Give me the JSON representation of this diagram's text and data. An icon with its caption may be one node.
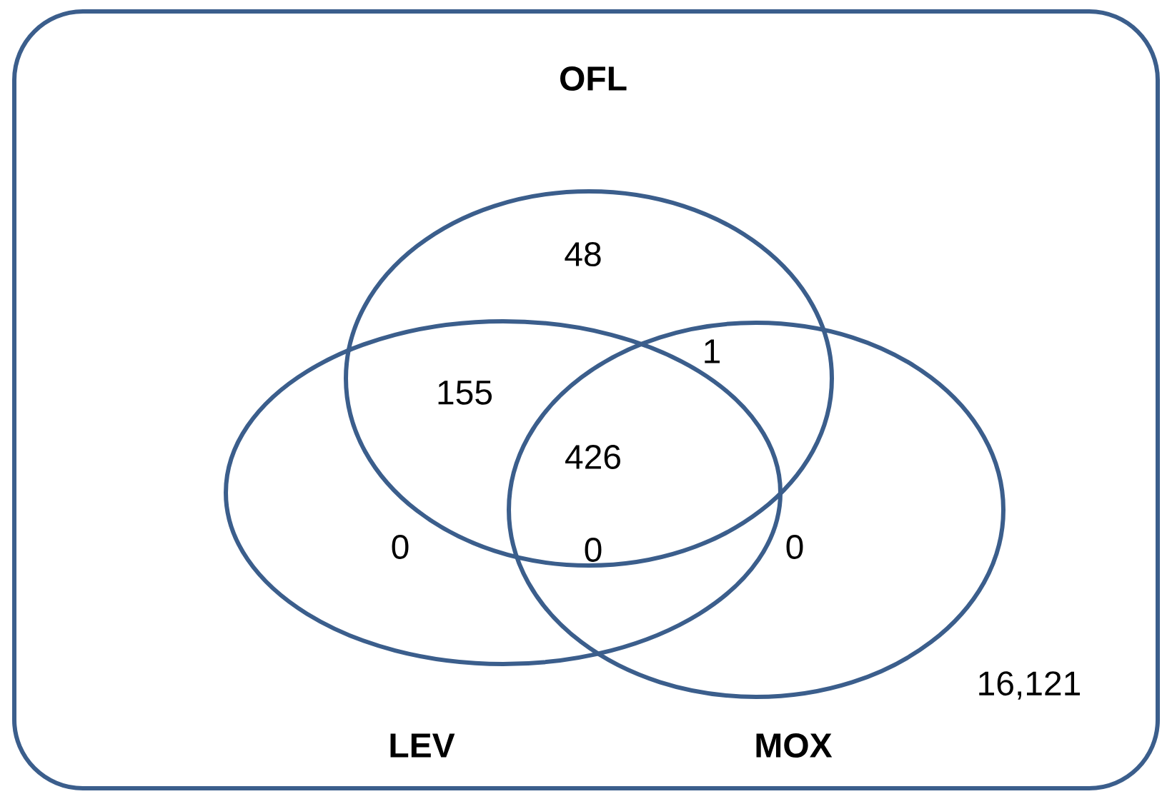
{
  "diagram": {
    "nodes": [
      {
        "text": [
          "16,121"
        ]
      },
      {
        "text": [
          "OFL"
        ],
        "in": 0
      },
      {
        "text": [
          "LEV"
        ],
        "in": 0
      },
      {
        "text": [
          "MOX"
        ],
        "in": 0
      }
    ],
    "labels": [
      "48",
      "155",
      "1",
      "426",
      "0",
      "0",
      "0"
    ]
  }
}
